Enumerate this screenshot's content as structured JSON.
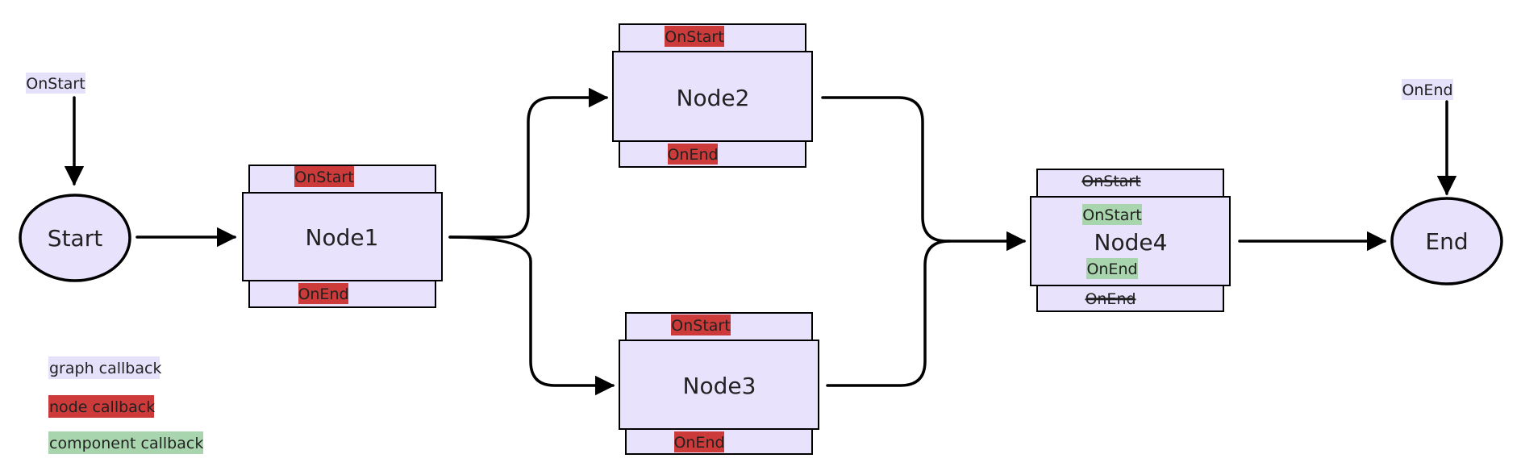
{
  "colors": {
    "graph_callback": "#e6e1fb",
    "node_callback": "#cc3a3a",
    "component_callback": "#a8d5ad",
    "node_fill": "#e8e2fc",
    "stroke": "#000000"
  },
  "nodes": {
    "start": "Start",
    "end": "End",
    "node1": "Node1",
    "node2": "Node2",
    "node3": "Node3",
    "node4": "Node4"
  },
  "callbacks": {
    "graph_on_start": "OnStart",
    "graph_on_end": "OnEnd",
    "node1_on_start": "OnStart",
    "node1_on_end": "OnEnd",
    "node2_on_start": "OnStart",
    "node2_on_end": "OnEnd",
    "node3_on_start": "OnStart",
    "node3_on_end": "OnEnd",
    "node4_on_start_struck": "OnStart",
    "node4_on_end_struck": "OnEnd",
    "node4_component_on_start": "OnStart",
    "node4_component_on_end": "OnEnd"
  },
  "legend": [
    {
      "label": "graph callback",
      "kind": "graph"
    },
    {
      "label": "node callback",
      "kind": "node"
    },
    {
      "label": "component callback",
      "kind": "component"
    }
  ]
}
